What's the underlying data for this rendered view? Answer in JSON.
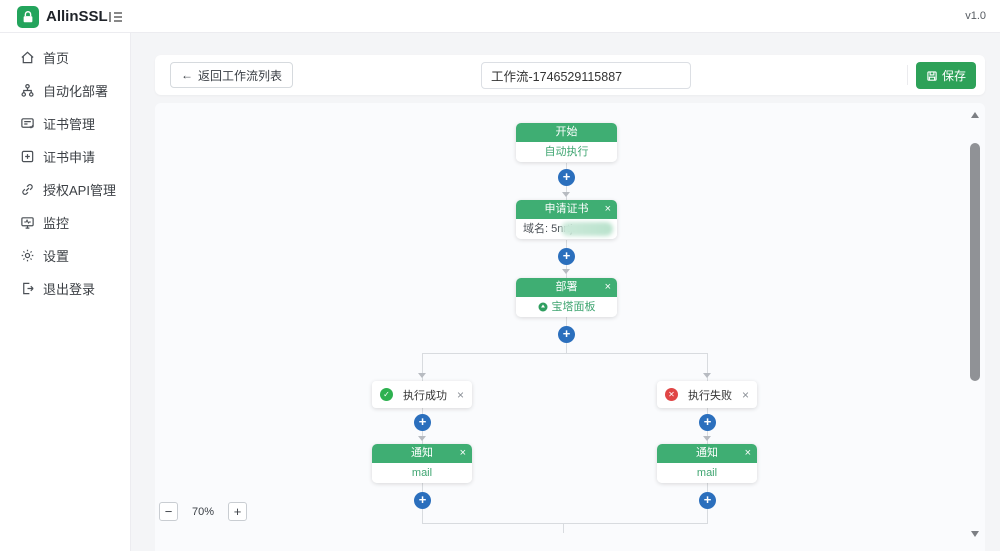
{
  "app": {
    "name": "AllinSSL",
    "version": "v1.0"
  },
  "sidebar": {
    "items": [
      {
        "label": "首页",
        "icon": "home-icon"
      },
      {
        "label": "自动化部署",
        "icon": "deploy-flow-icon"
      },
      {
        "label": "证书管理",
        "icon": "certificate-manage-icon"
      },
      {
        "label": "证书申请",
        "icon": "certificate-apply-icon"
      },
      {
        "label": "授权API管理",
        "icon": "api-auth-icon"
      },
      {
        "label": "监控",
        "icon": "monitor-icon"
      },
      {
        "label": "设置",
        "icon": "settings-icon"
      },
      {
        "label": "退出登录",
        "icon": "logout-icon"
      }
    ]
  },
  "toolbar": {
    "back_arrow": "←",
    "back_label": "返回工作流列表",
    "workflow_name_value": "工作流-1746529115887",
    "save_label": "保存"
  },
  "workflow": {
    "start": {
      "header": "开始",
      "body": "自动执行"
    },
    "apply_cert": {
      "header": "申请证书",
      "body_label": "域名: 5nrtj."
    },
    "deploy": {
      "header": "部署",
      "body": "宝塔面板"
    },
    "on_success": {
      "label": "执行成功"
    },
    "on_fail": {
      "label": "执行失败"
    },
    "notify_success": {
      "header": "通知",
      "body": "mail"
    },
    "notify_fail": {
      "header": "通知",
      "body": "mail"
    }
  },
  "icons": {
    "plus": "+",
    "close": "×",
    "check": "✓",
    "cross": "✕"
  },
  "zoom_controls": {
    "minus": "−",
    "level": "70%",
    "plus": "+"
  },
  "colors": {
    "node_green": "#3fae73",
    "save_green": "#2da158",
    "logo_green": "#23a45c",
    "plus_blue": "#2b6fbd",
    "success_green": "#2eb150",
    "fail_red": "#e04646",
    "line_gray": "#d8dbdf"
  }
}
